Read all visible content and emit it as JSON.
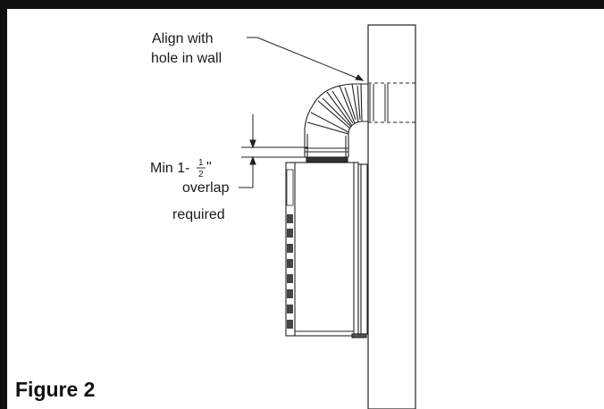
{
  "annotations": {
    "align_line1": "Align with",
    "align_line2": "hole in wall",
    "overlap_min": "Min 1-",
    "overlap_frac_num": "1",
    "overlap_frac_den": "2",
    "overlap_inch": "\"",
    "overlap_line2": "overlap",
    "overlap_line3": "required"
  },
  "caption": "Figure 2",
  "colors": {
    "frame": "#111111",
    "line": "#222222",
    "background": "#ffffff"
  }
}
